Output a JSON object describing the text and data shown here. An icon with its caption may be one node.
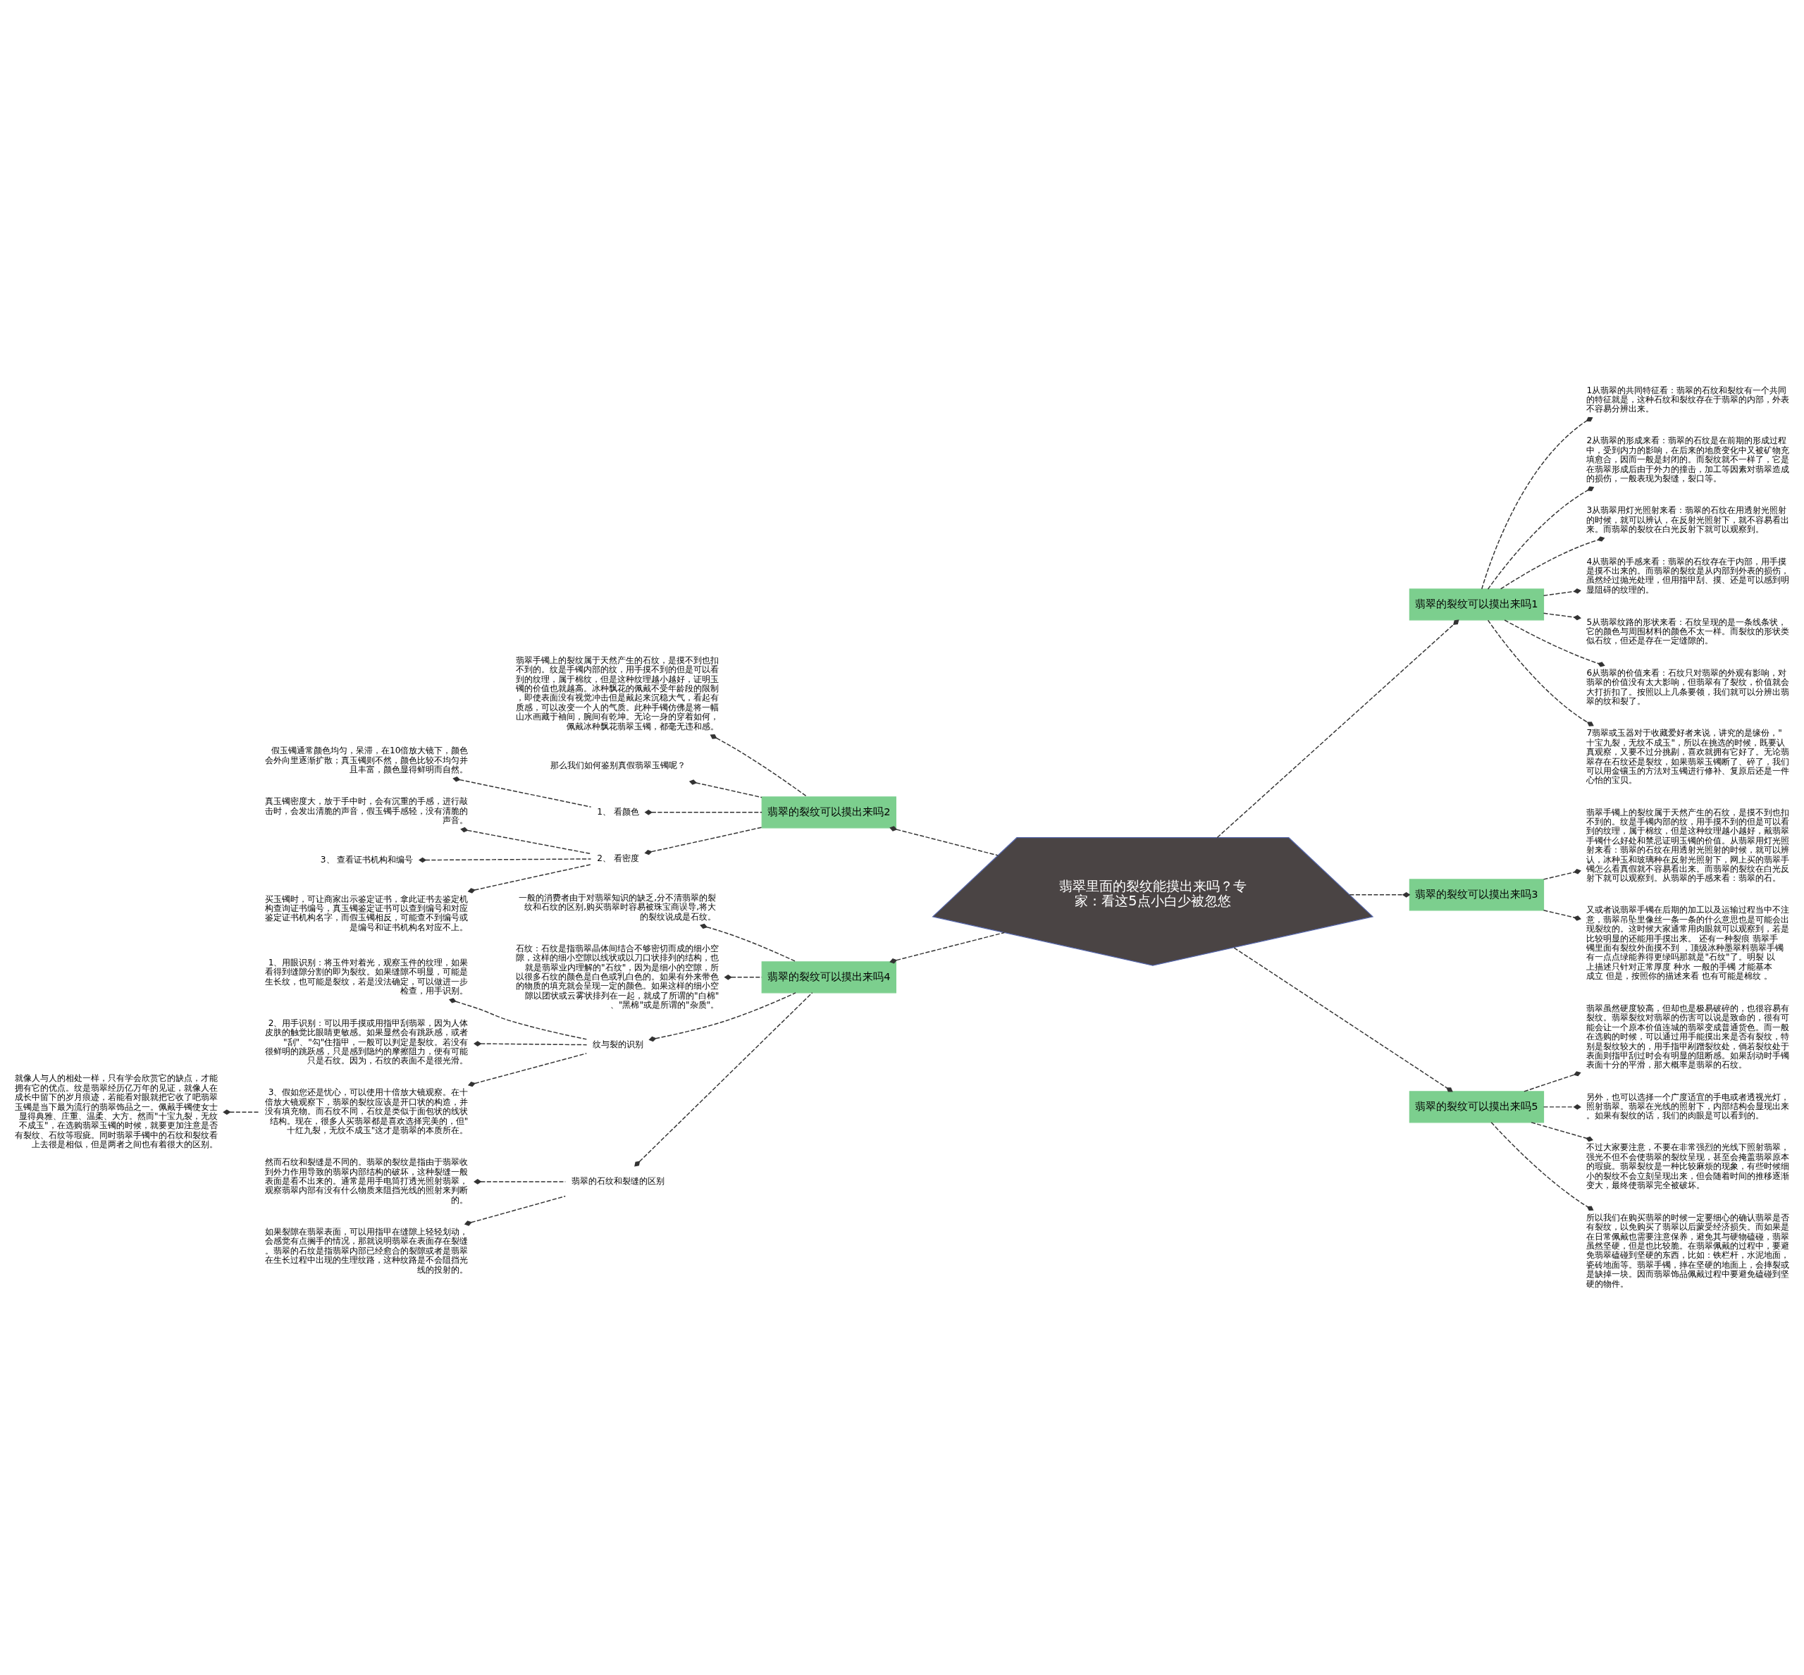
{
  "diagram": {
    "nodes": [
      {
        "text": [
          "翡翠里面的裂纹能摸出来吗？专家：看这5点小白少被忽悠"
        ]
      },
      {
        "text": [
          "翡翠的裂纹可以摸出来吗1"
        ]
      },
      {
        "text": [
          "1从翡翠的共同特征看：翡翠的石纹和裂纹有一个共同的特征就是，这种石纹和裂纹存在于翡翠的内部，外表不容易分辨出来。"
        ]
      },
      {
        "text": [
          "2从翡翠的形成来看：翡翠的石纹是在前期的形成过程中，受到内力的影响，在后来的地质变化中又被矿物充填愈合，因而一般是封闭的。而裂纹就不一样了，它是在翡翠形成后由于外力的撞击，加工等因素对翡翠造成的损伤，一般表现为裂缝，裂口等。"
        ]
      },
      {
        "text": [
          "3从翡翠用灯光照射来看：翡翠的石纹在用透射光照射的时候，就可以辨认，在反射光照射下，就不容易看出来。而翡翠的裂纹在白光反射下就可以观察到。"
        ]
      },
      {
        "text": [
          "4从翡翠的手感来看：翡翠的石纹存在于内部，用手摸是摸不出来的。而翡翠的裂纹是从内部到外表的损伤，虽然经过抛光处理，但用指甲刮、摸、还是可以感到明显阻碍的纹理的。"
        ]
      },
      {
        "text": [
          "5从翡翠纹路的形状来看：石纹呈现的是一条线条状，它的颜色与周围材料的颜色不太一样。而裂纹的形状类似石纹，但还是存在一定缝隙的。"
        ]
      },
      {
        "text": [
          "6从翡翠的价值来看：石纹只对翡翠的外观有影响，对翡翠的价值没有太大影响，但翡翠有了裂纹，价值就会大打折扣了。按照以上几条要领，我们就可以分辨出翡翠的纹和裂了。"
        ]
      },
      {
        "text": [
          "7翡翠或玉器对于收藏爱好者来说，讲究的是缘份，\"十宝九裂，无纹不成玉\"，所以在挑选的时候，既要认真观察，又要不过分挑剔，喜欢就拥有它好了。无论翡翠存在石纹还是裂纹，如果翡翠玉镯断了、碎了，我们可以用金镶玉的方法对玉镯进行修补、复原后还是一件心怡的宝贝。"
        ]
      },
      {
        "text": [
          "翡翠的裂纹可以摸出来吗2"
        ]
      },
      {
        "text": [
          "翡翠手镯上的裂纹属于天然产生的石纹，是摸不到也扣不到的。纹是手镯内部的纹，用手摸不到的但是可以看到的纹理，属于棉纹，但是这种纹理越小越好，证明玉镯的价值也就越高。冰种飘花的佩戴不受年龄段的限制，即使表面没有视觉冲击但是戴起来沉稳大气，看起有质感，可以改变一个人的气质。此种手镯仿佛是将一幅山水画藏于袖间，腕间有乾坤。无论一身的穿着如何，佩戴冰种飘花翡翠玉镯，都毫无违和感。"
        ]
      },
      {
        "text": [
          "那么我们如何鉴别真假翡翠玉镯呢？"
        ]
      },
      {
        "text": [
          "1、 看颜色"
        ]
      },
      {
        "text": [
          "假玉镯通常颜色均匀，呆滞，在10倍放大镜下，颜色会外向里逐渐扩散；真玉镯则不然，颜色比较不均匀并且丰富，颜色显得鲜明而自然。"
        ]
      },
      {
        "text": [
          "2、 看密度"
        ]
      },
      {
        "text": [
          "真玉镯密度大，放于手中时，会有沉重的手感，进行敲击时，会发出清脆的声音，假玉镯手感轻，没有清脆的声音。"
        ]
      },
      {
        "text": [
          "3、 查看证书机构和编号"
        ]
      },
      {
        "text": [
          "买玉镯时，可让商家出示鉴定证书，拿此证书去鉴定机构查询证书编号，真玉镯鉴定证书可以查到编号和对应鉴定证书机构名字，而假玉镯相反，可能查不到编号或是编号和证书机构名对应不上。"
        ]
      },
      {
        "text": [
          "翡翠的裂纹可以摸出来吗3"
        ]
      },
      {
        "text": [
          "翡翠手镯上的裂纹属于天然产生的石纹，是摸不到也扣不到的。纹是手镯内部的纹，用手摸不到的但是可以看到的纹理，属于棉纹，但是这种纹理越小越好，戴翡翠手镯什么好处和禁忌证明玉镯的价值。从翡翠用灯光照射来看：翡翠的石纹在用透射光照射的时候，就可以辨认，冰种玉和玻璃种在反射光照射下，网上买的翡翠手镯怎么看真假就不容易看出来。而翡翠的裂纹在白光反射下就可以观察到。从翡翠的手感来看：翡翠的石。"
        ]
      },
      {
        "text": [
          "又或者说翡翠手镯在后期的加工以及运输过程当中不注意，翡翠吊坠里像丝一条一条的什么意思也是可能会出现裂纹的。这时候大家通常用肉眼就可以观察到，若是比较明显的还能用手摸出来。 还有一种裂痕 翡翠手镯里面有裂纹外面摸不到 ，顶级冰种墨翠料翡翠手镯有一点点绿能养得更绿吗那就是\"石纹\"了。明裂 以上描述只针对正常厚度 种水 一般的手镯 才能基本成立 但是，按照你的描述来看 也有可能是棉纹 。"
        ]
      },
      {
        "text": [
          "翡翠的裂纹可以摸出来吗4"
        ]
      },
      {
        "text": [
          "一般的消费者由于对翡翠知识的缺乏,分不清翡翠的裂纹和石纹的区别,购买翡翠时容易被珠宝商误导,将大的裂纹说成是石纹。"
        ]
      },
      {
        "text": [
          "石纹：石纹是指翡翠晶体间结合不够密切而成的细小空隙，这样的细小空隙以线状或以刀口状排列的结构，也就是翡翠业内理解的\"石纹\"，因为是细小的空隙，所以很多石纹的颜色是白色或乳白色的。如果有外来带色的物质的填充就会呈现一定的颜色。如果这样的细小空隙以团状或云雾状排列在一起，就成了所谓的\"白棉\"、\"黑棉\"或是所谓的\"杂质\"。"
        ]
      },
      {
        "text": [
          "纹与裂的识别"
        ]
      },
      {
        "text": [
          "1、用眼识别：将玉件对着光，观察玉件的纹理，如果看得到缝隙分割的即为裂纹。如果缝隙不明显，可能是生长纹，也可能是裂纹，若是没法确定，可以做进一步检查，用手识别。"
        ]
      },
      {
        "text": [
          "2、用手识别：可以用手摸或用指甲刮翡翠，因为人体皮肤的触觉比眼睛更敏感。如果显然会有跳跃感，或者\"刮\"、\"勾\"住指甲，一般可以判定是裂纹。若没有很鲜明的跳跃感，只是感到隐约的摩擦阻力，便有可能只是石纹。因为，石纹的表面不是很光滑。"
        ]
      },
      {
        "text": [
          "3、假如您还是忧心，可以使用十倍放大镜观察。在十倍放大镜观察下，翡翠的裂纹应该是开口状的构造，并没有填充物。而石纹不同，石纹是类似于面包状的线状结构。现在，很多人买翡翠都是喜欢选择完美的，但\"十红九裂，无纹不成玉\"这才是翡翠的本质所在。"
        ]
      },
      {
        "text": [
          "就像人与人的相处一样，只有学会欣赏它的缺点，才能拥有它的优点。纹是翡翠经历亿万年的见证，就像人在成长中留下的岁月痕迹，若能看对眼就把它收了吧翡翠玉镯是当下最为流行的翡翠饰品之一。佩戴手镯使女士显得典雅、庄重、温柔、大方。然而\"十宝九裂，无纹不成玉\"，在选购翡翠玉镯的时候，就要更加注意是否有裂纹、石纹等瑕疵。同时翡翠手镯中的石纹和裂纹看上去很是相似，但是两者之间也有着很大的区别。"
        ]
      },
      {
        "text": [
          "翡翠的石纹和裂缝的区别"
        ]
      },
      {
        "text": [
          "然而石纹和裂缝是不同的。翡翠的裂纹是指由于翡翠收到外力作用导致的翡翠内部结构的破坏，这种裂缝一般表面是看不出来的。通常是用手电筒打透光照射翡翠，观察翡翠内部有没有什么物质来阻挡光线的照射来判断的。"
        ]
      },
      {
        "text": [
          "如果裂隙在翡翠表面，可以用指甲在缝隙上轻轻划动，会感觉有点搁手的情况，那就说明翡翠在表面存在裂缝。翡翠的石纹是指翡翠内部已经愈合的裂隙或者是翡翠在生长过程中出现的生理纹路，这种纹路是不会阻挡光线的投射的。"
        ]
      },
      {
        "text": [
          "翡翠的裂纹可以摸出来吗5"
        ]
      },
      {
        "text": [
          "翡翠虽然硬度较高，但却也是极易破碎的，也很容易有裂纹。翡翠裂纹对翡翠的伤害可以说是致命的，很有可能会让一个原本价值连城的翡翠变成普通货色。而一般在选购的时候，可以通过用手能摸出来是否有裂纹，特别是裂纹较大的，用手指甲剐蹭裂纹处，倘若裂纹处于表面则指甲刮过时会有明显的阻断感。如果刮动时手镯表面十分的平滑，那大概率是翡翠的石纹。"
        ]
      },
      {
        "text": [
          "另外，也可以选择一个广度适宜的手电或者透视光灯，照射翡翠。翡翠在光线的照射下，内部结构会显现出来。如果有裂纹的话，我们的肉眼是可以看到的。"
        ]
      },
      {
        "text": [
          "不过大家要注意，不要在非常强烈的光线下照射翡翠，强光不但不会使翡翠的裂纹呈现，甚至会掩盖翡翠原本的瑕疵。翡翠裂纹是一种比较麻烦的现象，有些时候细小的裂纹不会立刻呈现出来，但会随着时间的推移逐渐变大，最终使翡翠完全被破坏。"
        ]
      },
      {
        "text": [
          "所以我们在购买翡翠的时候一定要细心的确认翡翠是否有裂纹，以免购买了翡翠以后蒙受经济损失。而如果是在日常佩戴也需要注意保养，避免其与硬物磕碰，翡翠虽然坚硬，但是也比较脆。在翡翠佩戴的过程中，要避免翡翠磕碰到坚硬的东西，比如：铁栏杆，水泥地面，瓷砖地面等。翡翠手镯，摔在坚硬的地面上，会摔裂或是缺掉一块。因而翡翠饰品佩戴过程中要避免磕碰到坚硬的物件。"
        ]
      }
    ],
    "edges": [
      {
        "from": 0,
        "to": 1,
        "arrow": "other",
        "style": "dashed"
      },
      {
        "from": 1,
        "to": 2,
        "arrow": "other",
        "style": "dashed"
      },
      {
        "from": 1,
        "to": 3,
        "arrow": "other",
        "style": "dashed"
      },
      {
        "from": 1,
        "to": 4,
        "arrow": "other",
        "style": "dashed"
      },
      {
        "from": 1,
        "to": 5,
        "arrow": "other",
        "style": "dashed"
      },
      {
        "from": 1,
        "to": 6,
        "arrow": "other",
        "style": "dashed"
      },
      {
        "from": 1,
        "to": 7,
        "arrow": "other",
        "style": "dashed"
      },
      {
        "from": 1,
        "to": 8,
        "arrow": "other",
        "style": "dashed"
      },
      {
        "from": 0,
        "to": 9,
        "arrow": "other",
        "style": "dashed"
      },
      {
        "from": 9,
        "to": 10,
        "arrow": "other",
        "style": "dashed"
      },
      {
        "from": 9,
        "to": 11,
        "arrow": "other",
        "style": "dashed"
      },
      {
        "from": 9,
        "to": 12,
        "arrow": "other",
        "style": "dashed"
      },
      {
        "from": 12,
        "to": 13,
        "arrow": "other",
        "style": "dashed"
      },
      {
        "from": 9,
        "to": 14,
        "arrow": "other",
        "style": "dashed"
      },
      {
        "from": 14,
        "to": 15,
        "arrow": "other",
        "style": "dashed"
      },
      {
        "from": 14,
        "to": 16,
        "arrow": "other",
        "style": "dashed"
      },
      {
        "from": 14,
        "to": 17,
        "arrow": "other",
        "style": "dashed"
      },
      {
        "from": 0,
        "to": 18,
        "arrow": "other",
        "style": "dashed"
      },
      {
        "from": 18,
        "to": 19,
        "arrow": "other",
        "style": "dashed"
      },
      {
        "from": 18,
        "to": 20,
        "arrow": "other",
        "style": "dashed"
      },
      {
        "from": 0,
        "to": 21,
        "arrow": "other",
        "style": "dashed"
      },
      {
        "from": 21,
        "to": 22,
        "arrow": "other",
        "style": "dashed"
      },
      {
        "from": 21,
        "to": 23,
        "arrow": "other",
        "style": "dashed"
      },
      {
        "from": 21,
        "to": 24,
        "arrow": "other",
        "style": "dashed"
      },
      {
        "from": 24,
        "to": 25,
        "arrow": "other",
        "style": "dashed"
      },
      {
        "from": 24,
        "to": 26,
        "arrow": "other",
        "style": "dashed"
      },
      {
        "from": 24,
        "to": 27,
        "arrow": "other",
        "style": "dashed"
      },
      {
        "from": 27,
        "to": 28,
        "arrow": "other",
        "style": "dashed"
      },
      {
        "from": 21,
        "to": 29,
        "arrow": "other",
        "style": "dashed"
      },
      {
        "from": 29,
        "to": 30,
        "arrow": "other",
        "style": "dashed"
      },
      {
        "from": 29,
        "to": 31,
        "arrow": "other",
        "style": "dashed"
      },
      {
        "from": 0,
        "to": 32,
        "arrow": "other",
        "style": "dashed"
      },
      {
        "from": 32,
        "to": 33,
        "arrow": "other",
        "style": "dashed"
      },
      {
        "from": 32,
        "to": 34,
        "arrow": "other",
        "style": "dashed"
      },
      {
        "from": 32,
        "to": 35,
        "arrow": "other",
        "style": "dashed"
      },
      {
        "from": 32,
        "to": 36,
        "arrow": "other",
        "style": "dashed"
      }
    ]
  }
}
